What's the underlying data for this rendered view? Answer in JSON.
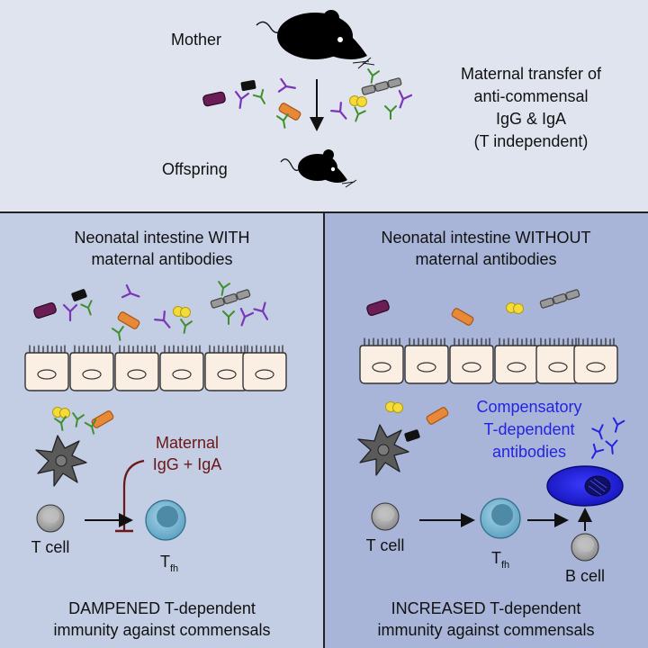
{
  "top": {
    "mother_label": "Mother",
    "offspring_label": "Offspring",
    "transfer_lines": [
      "Maternal transfer of",
      "anti-commensal",
      "IgG & IgA",
      "(T independent)"
    ]
  },
  "left": {
    "title_lines": [
      "Neonatal intestine WITH",
      "maternal antibodies"
    ],
    "inhibitor_lines": [
      "Maternal",
      "IgG + IgA"
    ],
    "tcell_label": "T cell",
    "tfh_main": "T",
    "tfh_sub": "fh",
    "footer_lines": [
      "DAMPENED T-dependent",
      "immunity against commensals"
    ]
  },
  "right": {
    "title_lines": [
      "Neonatal intestine WITHOUT",
      "maternal antibodies"
    ],
    "compensatory_lines": [
      "Compensatory",
      "T-dependent",
      "antibodies"
    ],
    "tcell_label": "T cell",
    "tfh_main": "T",
    "tfh_sub": "fh",
    "bcell_label": "B cell",
    "footer_lines": [
      "INCREASED T-dependent",
      "immunity against commensals"
    ]
  },
  "colors": {
    "top_bg": "#dfe4ef",
    "left_bg": "#c3cde3",
    "right_bg": "#a8b5d8",
    "igg": "#7a35b8",
    "iga": "#3f8f2e",
    "inhibitor": "#6b1717",
    "compensatory": "#2424e0"
  }
}
